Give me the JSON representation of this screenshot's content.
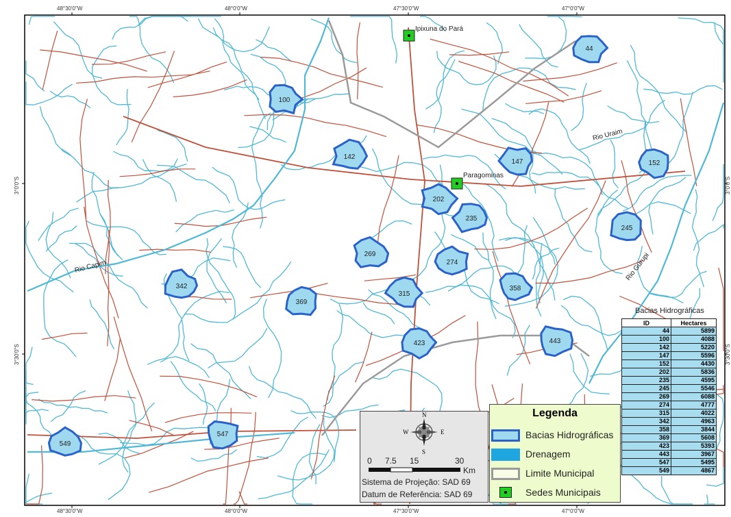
{
  "colors": {
    "river": "#4fb8d6",
    "road": "#c0503a",
    "basin_fill": "#9fd9f0",
    "basin_stroke": "#2a62c8",
    "municipal_limit": "#9a9a9a",
    "seat_fill": "#22cc22",
    "legend_bg": "#eefccd",
    "table_cell": "#a8ddf0"
  },
  "graticule": {
    "top": [
      "48°30'0\"W",
      "48°0'0\"W",
      "47°30'0\"W",
      "47°0'0\"W"
    ],
    "bottom": [
      "48°30'0\"W",
      "48°0'0\"W",
      "47°30'0\"W",
      "47°0'0\"W"
    ],
    "left": [
      "3°0'0\"S",
      "3°30'0\"S"
    ],
    "right": [
      "3°0'0\"S",
      "3°30'0\"S"
    ]
  },
  "rivers_labels": [
    "Rio Capim",
    "Rio Uraim",
    "Rio Gurupi"
  ],
  "towns": [
    "Ipixuna do Pará",
    "Paragominas"
  ],
  "basins": [
    "44",
    "100",
    "142",
    "147",
    "152",
    "202",
    "235",
    "245",
    "269",
    "274",
    "315",
    "342",
    "358",
    "369",
    "423",
    "443",
    "547",
    "549"
  ],
  "table": {
    "title": "Bacias Hidrográficas",
    "headers": [
      "ID",
      "Hectares"
    ],
    "rows": [
      [
        "44",
        "5899"
      ],
      [
        "100",
        "4088"
      ],
      [
        "142",
        "5220"
      ],
      [
        "147",
        "5596"
      ],
      [
        "152",
        "4430"
      ],
      [
        "202",
        "5836"
      ],
      [
        "235",
        "4595"
      ],
      [
        "245",
        "5546"
      ],
      [
        "269",
        "6088"
      ],
      [
        "274",
        "4777"
      ],
      [
        "315",
        "4022"
      ],
      [
        "342",
        "4963"
      ],
      [
        "358",
        "3844"
      ],
      [
        "369",
        "5608"
      ],
      [
        "423",
        "5393"
      ],
      [
        "443",
        "3967"
      ],
      [
        "547",
        "5495"
      ],
      [
        "549",
        "4867"
      ]
    ]
  },
  "scale": {
    "ticks": [
      "0",
      "7.5",
      "15",
      "30"
    ],
    "unit": "Km",
    "projection": "Sistema de Projeção: SAD 69",
    "datum": "Datum de Referência: SAD 69",
    "compass": [
      "N",
      "S",
      "E",
      "W"
    ]
  },
  "legend": {
    "title": "Legenda",
    "items": [
      {
        "label": "Bacias Hidrográficas",
        "icon": "basin-swatch"
      },
      {
        "label": "Drenagem",
        "icon": "drainage-swatch"
      },
      {
        "label": "Limite Municipal",
        "icon": "limit-swatch"
      },
      {
        "label": "Sedes Municipais",
        "icon": "seat-marker"
      }
    ]
  }
}
